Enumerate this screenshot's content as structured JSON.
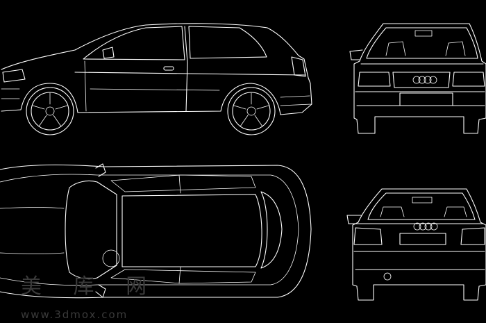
{
  "drawing": {
    "subject": "hatchback car line drawing",
    "background_color": "#000000",
    "line_color": "#ffffff",
    "views": [
      {
        "name": "side-view"
      },
      {
        "name": "front-view"
      },
      {
        "name": "top-view"
      },
      {
        "name": "rear-view"
      }
    ]
  },
  "watermark": {
    "brand_text": "美 库 网",
    "url_text": "www.3dmox.com",
    "color": "#3a3a3a"
  }
}
